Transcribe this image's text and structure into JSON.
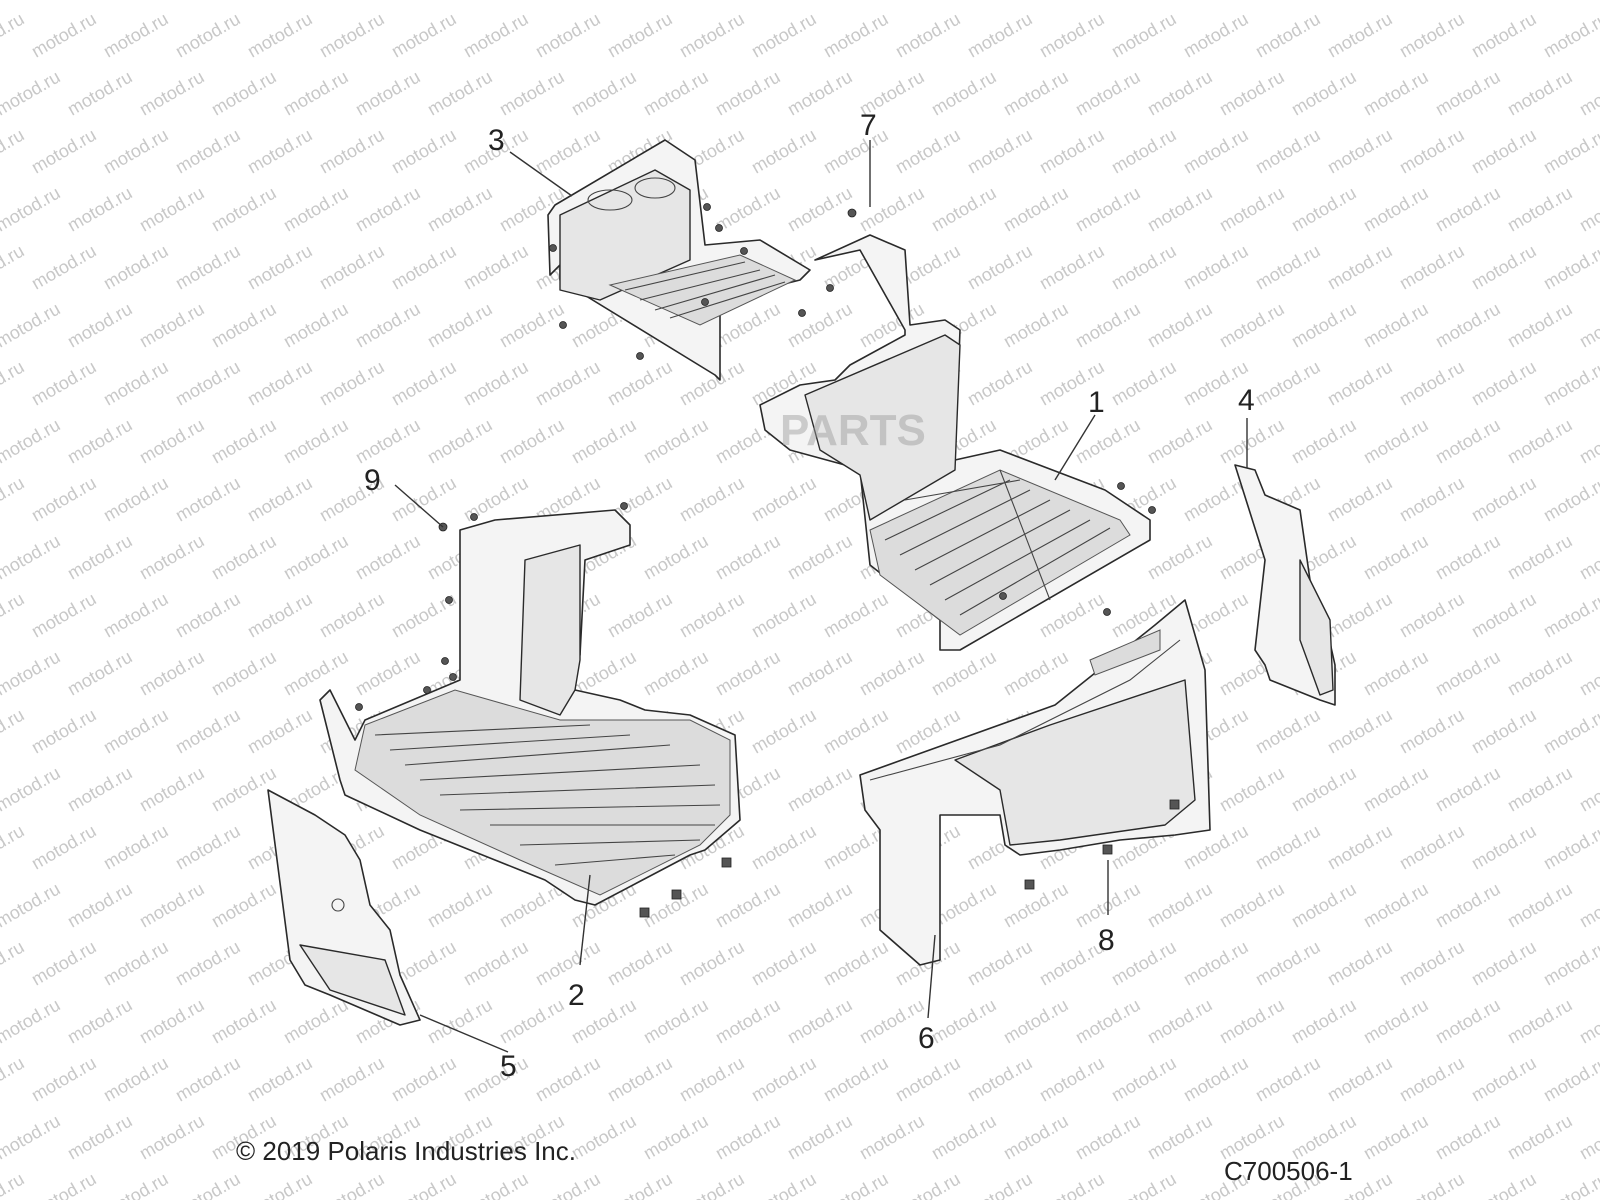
{
  "watermark": {
    "text": "motod.ru"
  },
  "logo": {
    "text": "PARTS"
  },
  "callouts": [
    {
      "id": "1",
      "text": "1"
    },
    {
      "id": "2",
      "text": "2"
    },
    {
      "id": "3",
      "text": "3"
    },
    {
      "id": "4",
      "text": "4"
    },
    {
      "id": "5",
      "text": "5"
    },
    {
      "id": "6",
      "text": "6"
    },
    {
      "id": "7",
      "text": "7"
    },
    {
      "id": "8",
      "text": "8"
    },
    {
      "id": "9",
      "text": "9"
    }
  ],
  "footer": {
    "copyright": "© 2019 Polaris Industries Inc.",
    "drawing_id": "C700506-1"
  }
}
